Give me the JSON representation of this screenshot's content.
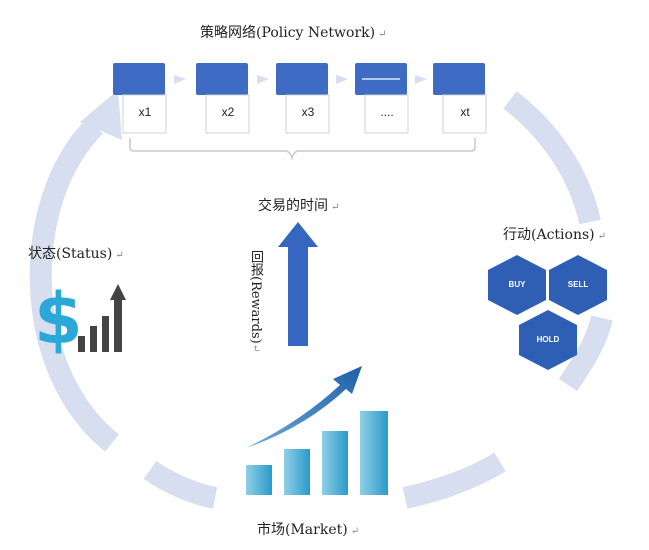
{
  "policy_network": {
    "title": "策略网络(Policy Network)",
    "steps": [
      "x1",
      "x2",
      "x3",
      "....",
      "xt"
    ]
  },
  "trading_time": "交易的时间",
  "rewards": "回报(Rewards)",
  "actions": {
    "title": "行动(Actions)",
    "buy": "BUY",
    "sell": "SELL",
    "hold": "HOLD"
  },
  "status": "状态(Status)",
  "market": "市场(Market)",
  "return_mark": "↵",
  "colors": {
    "cycle": "#D6DEF0",
    "block": "#3E6CC4",
    "arrow": "#3566C0",
    "hex": "#2F5FB4",
    "dollar": "#2AA9D8",
    "bars": "#444444",
    "market_bar_light": "#8FCFE6",
    "market_bar_dark": "#2A9AC9",
    "growth_arrow": "#1E5FA8"
  }
}
